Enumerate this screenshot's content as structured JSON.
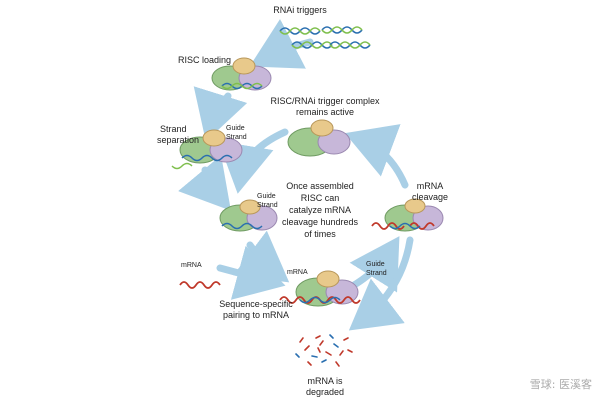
{
  "labels": {
    "rnai_triggers": "RNAi triggers",
    "risc_loading": "RISC loading",
    "strand_separation_1": "Strand",
    "strand_separation_2": "separation",
    "guide_strand_1_a": "Guide",
    "guide_strand_1_b": "Strand",
    "complex_active_1": "RISC/RNAi trigger complex",
    "complex_active_2": "remains active",
    "guide_strand_2_a": "Guide",
    "guide_strand_2_b": "Strand",
    "center_1": "Once assembled",
    "center_2": "RISC can",
    "center_3": "catalyze mRNA",
    "center_4": "cleavage hundreds",
    "center_5": "of times",
    "mrna_cleavage_1": "mRNA",
    "mrna_cleavage_2": "cleavage",
    "mrna_left": "mRNA",
    "mrna_bound": "mRNA",
    "guide_strand_3_a": "Guide",
    "guide_strand_3_b": "Strand",
    "pairing_1": "Sequence-specific",
    "pairing_2": "pairing to mRNA",
    "degraded_1": "mRNA is",
    "degraded_2": "degraded"
  },
  "watermark": "雪球: 医溪客",
  "colors": {
    "arrow": "#a9cfe6",
    "risc_green": "#9fc98f",
    "risc_purple": "#c7b7d9",
    "risc_tan": "#e8c98b",
    "rna_red": "#c0392b",
    "rna_blue": "#2a6fb0"
  }
}
